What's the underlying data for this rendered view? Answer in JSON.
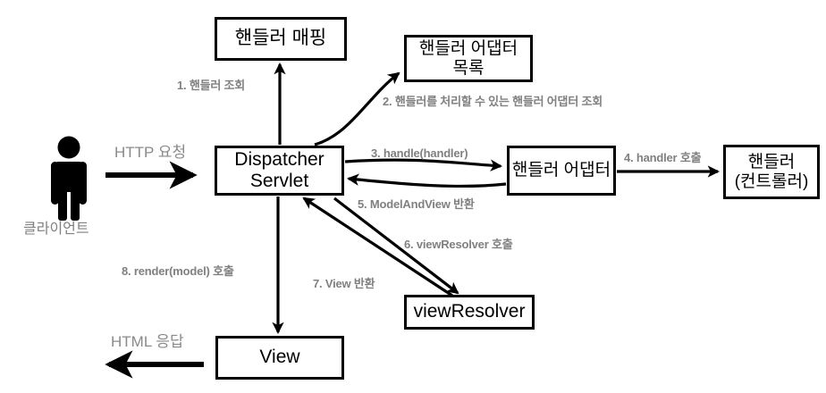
{
  "diagram": {
    "title": "Spring MVC DispatcherServlet flow",
    "colors": {
      "stroke": "#000000",
      "box_border": "#000000",
      "label_gray": "#808080",
      "plain_gray": "#8a8a8a",
      "background": "#ffffff"
    },
    "actor": {
      "name": "client-actor",
      "label": "클라이언트"
    },
    "boxes": [
      {
        "id": "handler-mapping",
        "label": "핸들러 매핑"
      },
      {
        "id": "handler-adapter-list",
        "label_line1": "핸들러 어댑터",
        "label_line2": "목록"
      },
      {
        "id": "dispatcher-servlet",
        "label_line1": "Dispatcher",
        "label_line2": "Servlet"
      },
      {
        "id": "handler-adapter",
        "label": "핸들러 어댑터"
      },
      {
        "id": "handler-controller",
        "label_line1": "핸들러",
        "label_line2": "(컨트롤러)"
      },
      {
        "id": "view-resolver",
        "label": "viewResolver"
      },
      {
        "id": "view",
        "label": "View"
      }
    ],
    "edge_labels": [
      {
        "id": "http-request",
        "text": "HTTP 요청"
      },
      {
        "id": "http-response",
        "text": "HTML 응답"
      },
      {
        "id": "step-1",
        "text": "1. 핸들러 조회"
      },
      {
        "id": "step-2",
        "text": "2. 핸들러를 처리할 수 있는 핸들러 어댑터 조회"
      },
      {
        "id": "step-3",
        "text": "3. handle(handler)"
      },
      {
        "id": "step-4",
        "text": "4. handler 호출"
      },
      {
        "id": "step-5",
        "text": "5. ModelAndView 반환"
      },
      {
        "id": "step-6",
        "text": "6. viewResolver 호출"
      },
      {
        "id": "step-7",
        "text": "7. View 반환"
      },
      {
        "id": "step-8",
        "text": "8. render(model) 호출"
      }
    ]
  }
}
